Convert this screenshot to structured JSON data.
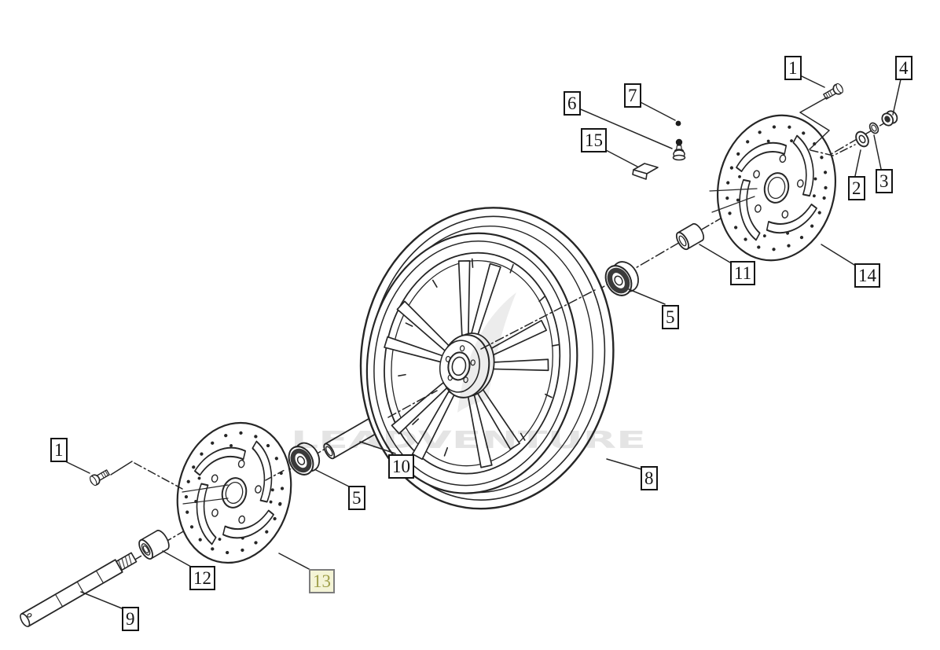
{
  "diagram": {
    "watermark_text": "LEADVENTURE",
    "colors": {
      "line": "#262626",
      "highlight_bg": "#f4f4d6",
      "highlight_border": "#7d7d7d",
      "highlight_text": "#9f9f4a",
      "watermark": "#e4e4e4"
    },
    "callouts": [
      {
        "label": "1",
        "highlighted": false
      },
      {
        "label": "4",
        "highlighted": false
      },
      {
        "label": "7",
        "highlighted": false
      },
      {
        "label": "6",
        "highlighted": false
      },
      {
        "label": "15",
        "highlighted": false
      },
      {
        "label": "2",
        "highlighted": false
      },
      {
        "label": "3",
        "highlighted": false
      },
      {
        "label": "14",
        "highlighted": false
      },
      {
        "label": "11",
        "highlighted": false
      },
      {
        "label": "5",
        "highlighted": false
      },
      {
        "label": "8",
        "highlighted": false
      },
      {
        "label": "10",
        "highlighted": false
      },
      {
        "label": "5",
        "highlighted": false
      },
      {
        "label": "1",
        "highlighted": false
      },
      {
        "label": "12",
        "highlighted": false
      },
      {
        "label": "9",
        "highlighted": false
      },
      {
        "label": "13",
        "highlighted": true
      }
    ]
  }
}
